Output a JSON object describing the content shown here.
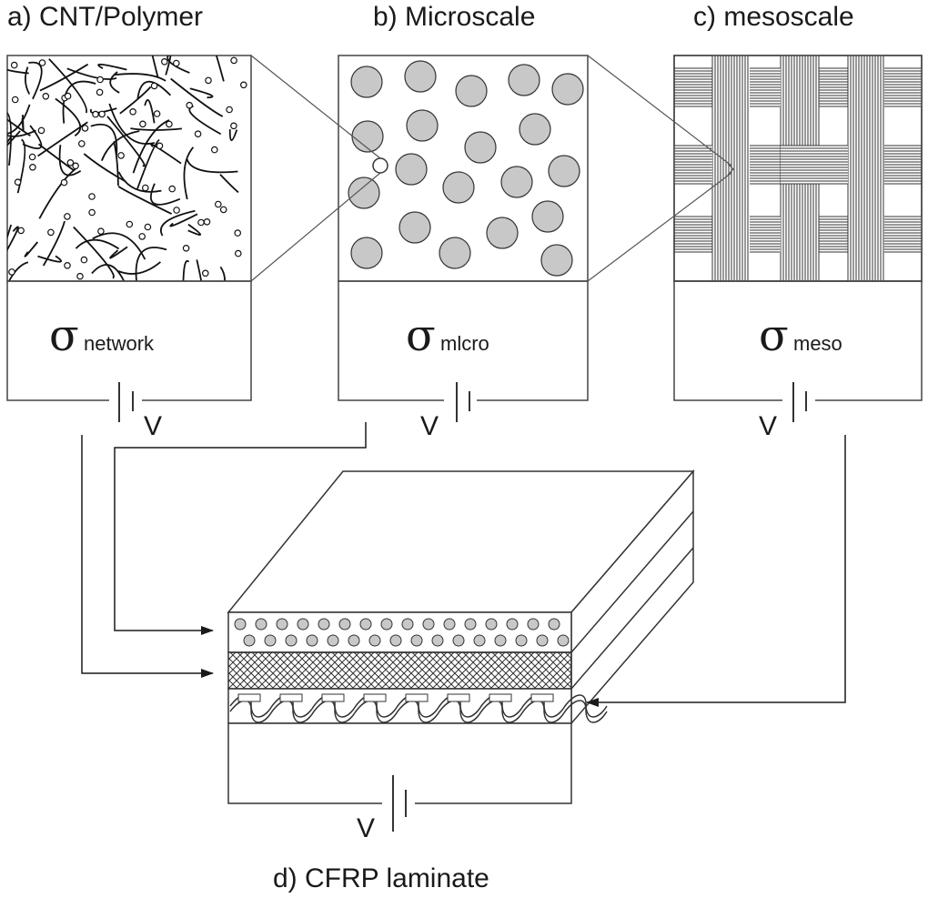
{
  "panels": {
    "a": {
      "title": "a) CNT/Polymer",
      "symbol": "σ",
      "subscript": "network",
      "voltage": "V"
    },
    "b": {
      "title": "b) Microscale",
      "symbol": "σ",
      "subscript": "mlcro",
      "voltage": "V"
    },
    "c": {
      "title": "c) mesoscale",
      "symbol": "σ",
      "subscript": "meso",
      "voltage": "V"
    },
    "d": {
      "title": "d) CFRP laminate",
      "voltage": "V"
    }
  },
  "colors": {
    "line": "#333333",
    "fiber_fill": "#c8c8c8",
    "background": "#ffffff"
  }
}
